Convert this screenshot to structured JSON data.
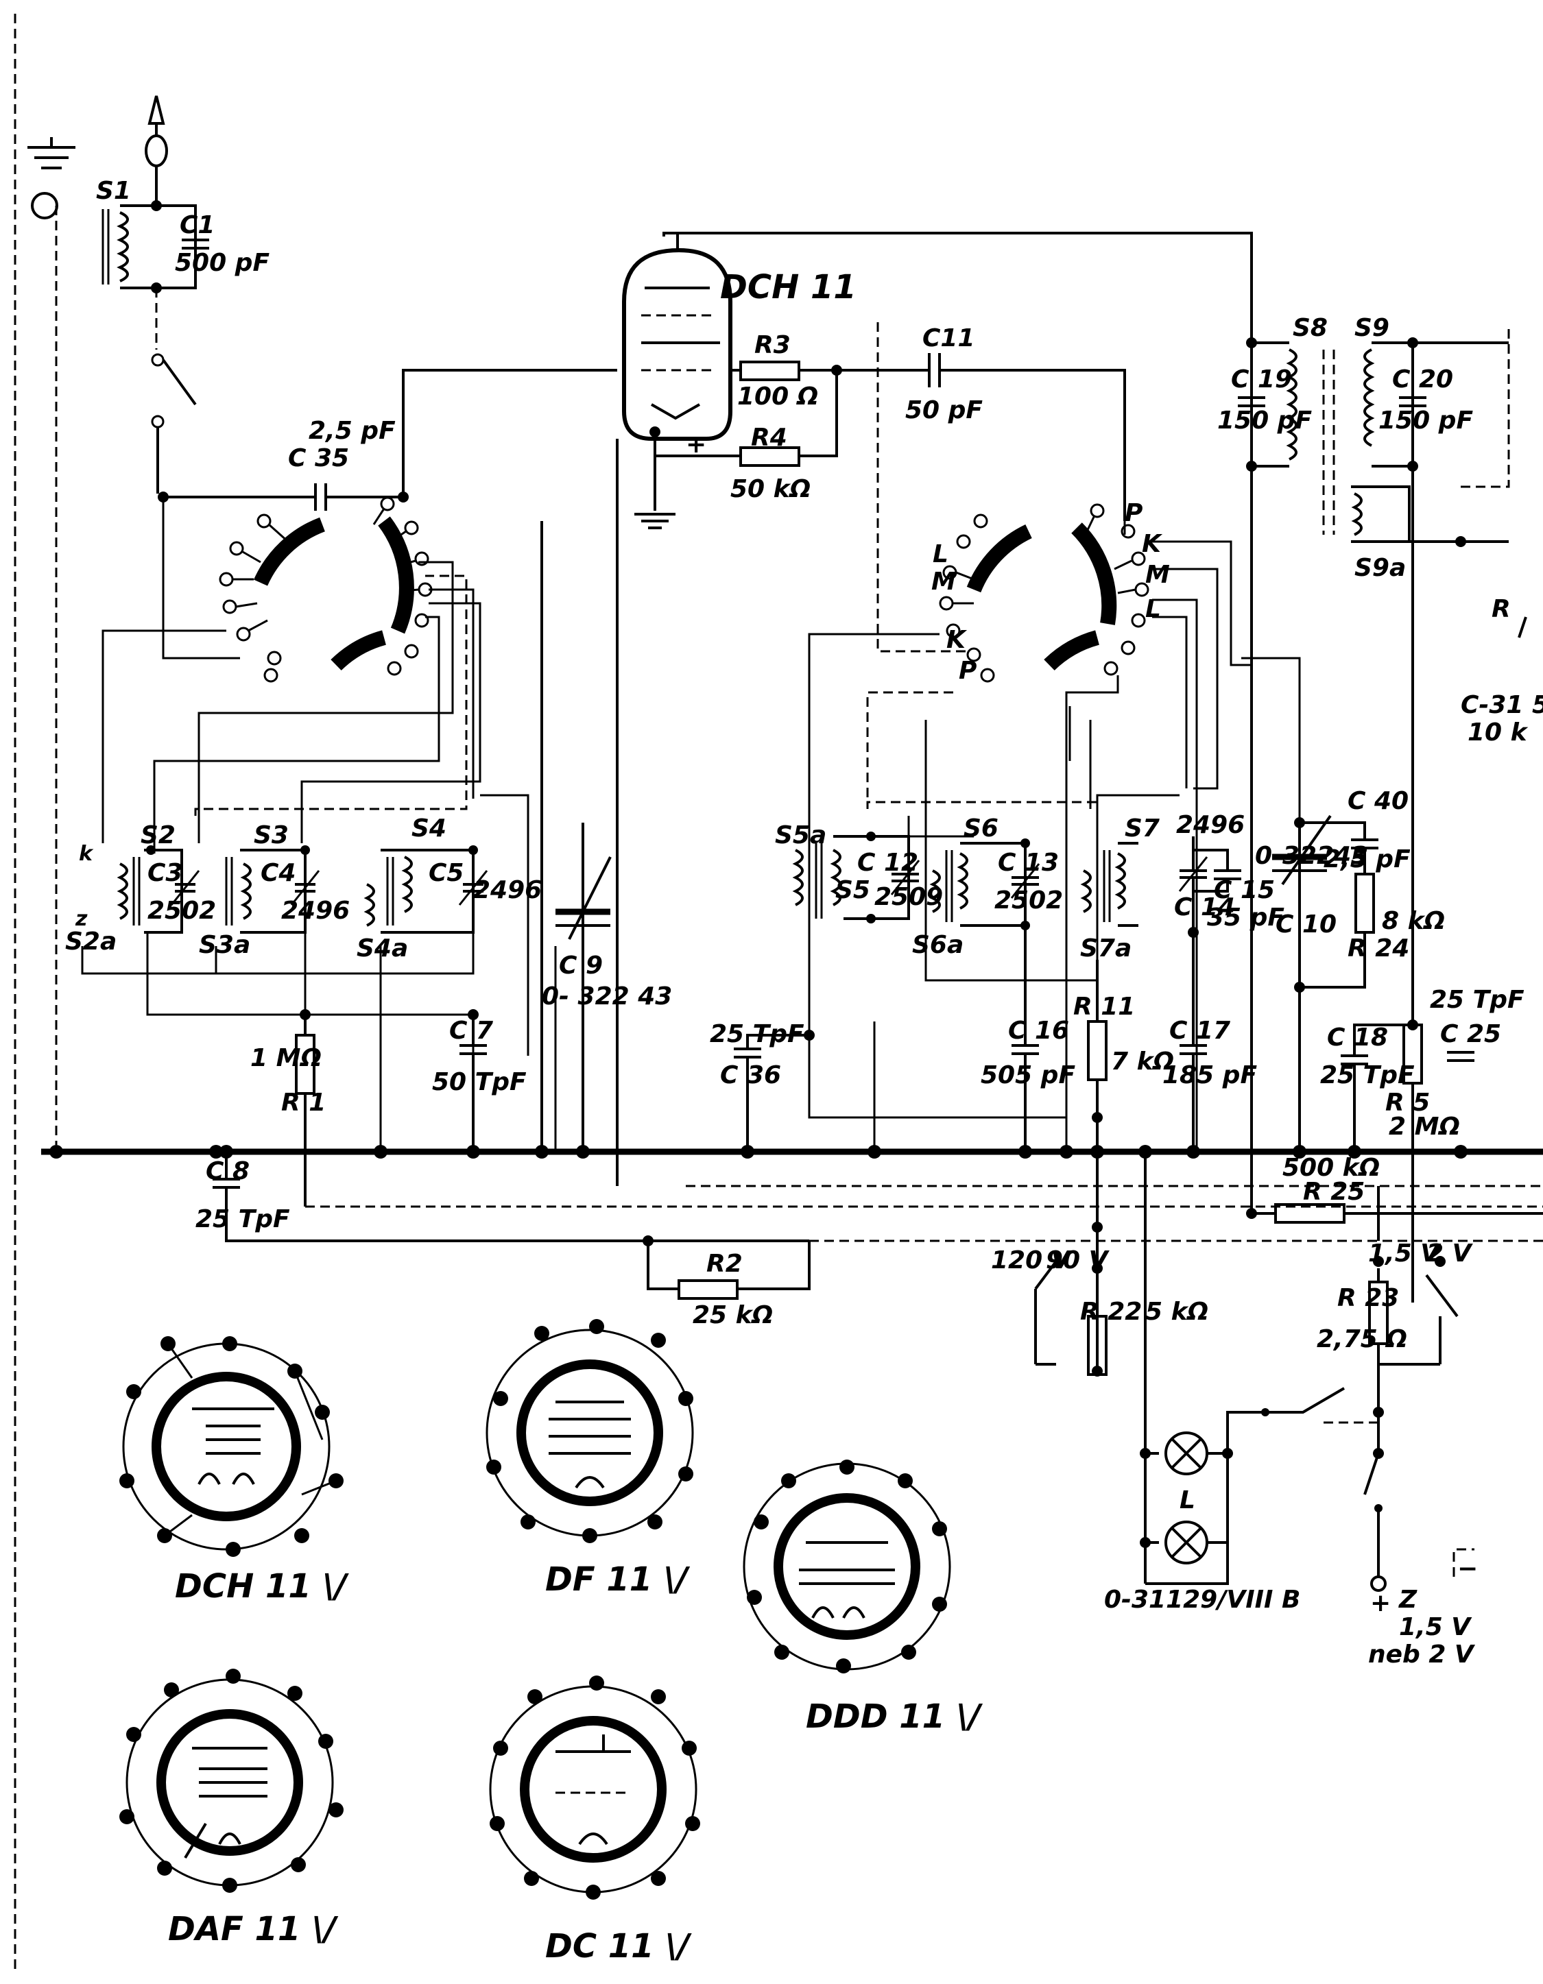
{
  "title": "DCH 11",
  "labels": {
    "s1": "S1",
    "c1": "C1",
    "c1v": "500 pF",
    "c35v": "2,5 pF",
    "c35": "C 35",
    "r3": "R3",
    "r3v": "100 Ω",
    "r4": "R4",
    "r4v": "50 kΩ",
    "c11": "C11",
    "c11v": "50 pF",
    "s8": "S8",
    "s9": "S9",
    "c19": "C 19",
    "c19v": "150 pF",
    "c20": "C 20",
    "c20v": "150 pF",
    "s9a": "S9a",
    "s2": "S2",
    "s2a": "S2a",
    "c3": "C3",
    "c3v": "2502",
    "s3": "S3",
    "s3a": "S3a",
    "c4": "C4",
    "c4v": "2496",
    "s4": "S4",
    "s4a": "S4a",
    "c5": "C5",
    "c5v": "2496",
    "c9": "C 9",
    "c9v": "0- 322 43",
    "r1v": "1 MΩ",
    "r1": "R 1",
    "c7": "C 7",
    "c7v": "50 TpF",
    "c8": "C 8",
    "c8v": "25 TpF",
    "r2": "R2",
    "r2v": "25 kΩ",
    "s5a": "S5a",
    "c12": "C 12",
    "c12v": "2509",
    "s5": "S5",
    "s6": "S6",
    "s6a": "S6a",
    "c13": "C 13",
    "c13v": "2502",
    "s7": "S7",
    "s7a": "S7a",
    "c14v": "2496",
    "c14": "C 14",
    "c15": "C 15",
    "c15v": "35 pF",
    "c36v": "25 TpF",
    "c36": "C 36",
    "c16": "C 16",
    "c16v": "505 pF",
    "r11": "R 11",
    "r11v": "7 kΩ",
    "c17": "C 17",
    "c17v": "185 pF",
    "c10v": "0-32243",
    "c10": "C 10",
    "c40": "C 40",
    "c40v": "2,5 pF",
    "r24v": "8 kΩ",
    "r24": "R 24",
    "c18": "C 18",
    "c18v": "25 TpF",
    "c25v": "25 TpF",
    "c25": "C 25",
    "r5": "R 5",
    "r5v": "2 MΩ",
    "r25v": "500 kΩ",
    "r25": "R 25",
    "v120": "120 V",
    "v90": "90 V",
    "r22": "R 22",
    "r22v": "5 kΩ",
    "v15": "1,5 V",
    "v2": "2 V",
    "r23": "R 23",
    "r23v": "2,75 Ω",
    "lamp": "L",
    "lampcode": "0-31129/VIII B",
    "battery": "Z",
    "battv1": "1,5 V",
    "battv2": "neb 2 V",
    "c31": "C-31 5",
    "c31v": "10 k",
    "sw_l1": "L",
    "sw_m1": "M",
    "sw_k1": "K",
    "sw_p1": "P",
    "sw_p2": "P",
    "sw_k2": "K",
    "sw_m2": "M",
    "sw_l2": "L",
    "s_z": "z",
    "s_k": "k"
  },
  "tube_bases": [
    {
      "name": "DCH 11 \\/"
    },
    {
      "name": "DF 11 \\/"
    },
    {
      "name": "DDD 11 \\/"
    },
    {
      "name": "DAF 11 \\/"
    },
    {
      "name": "DC 11 \\/"
    }
  ]
}
